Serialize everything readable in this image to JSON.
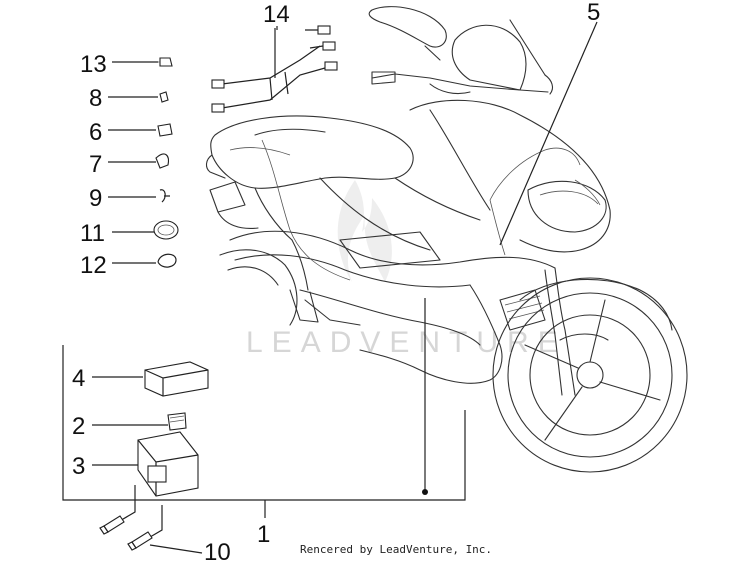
{
  "callouts": {
    "c1": "1",
    "c2": "2",
    "c3": "3",
    "c4": "4",
    "c5": "5",
    "c6": "6",
    "c7": "7",
    "c8": "8",
    "c9": "9",
    "c10": "10",
    "c11": "11",
    "c12": "12",
    "c13": "13",
    "c14": "14"
  },
  "watermark": "LEADVENTURE",
  "credit": "Rencered by LeadVenture, Inc.",
  "icons": {
    "watermark_logo": "flame-logo-icon"
  }
}
